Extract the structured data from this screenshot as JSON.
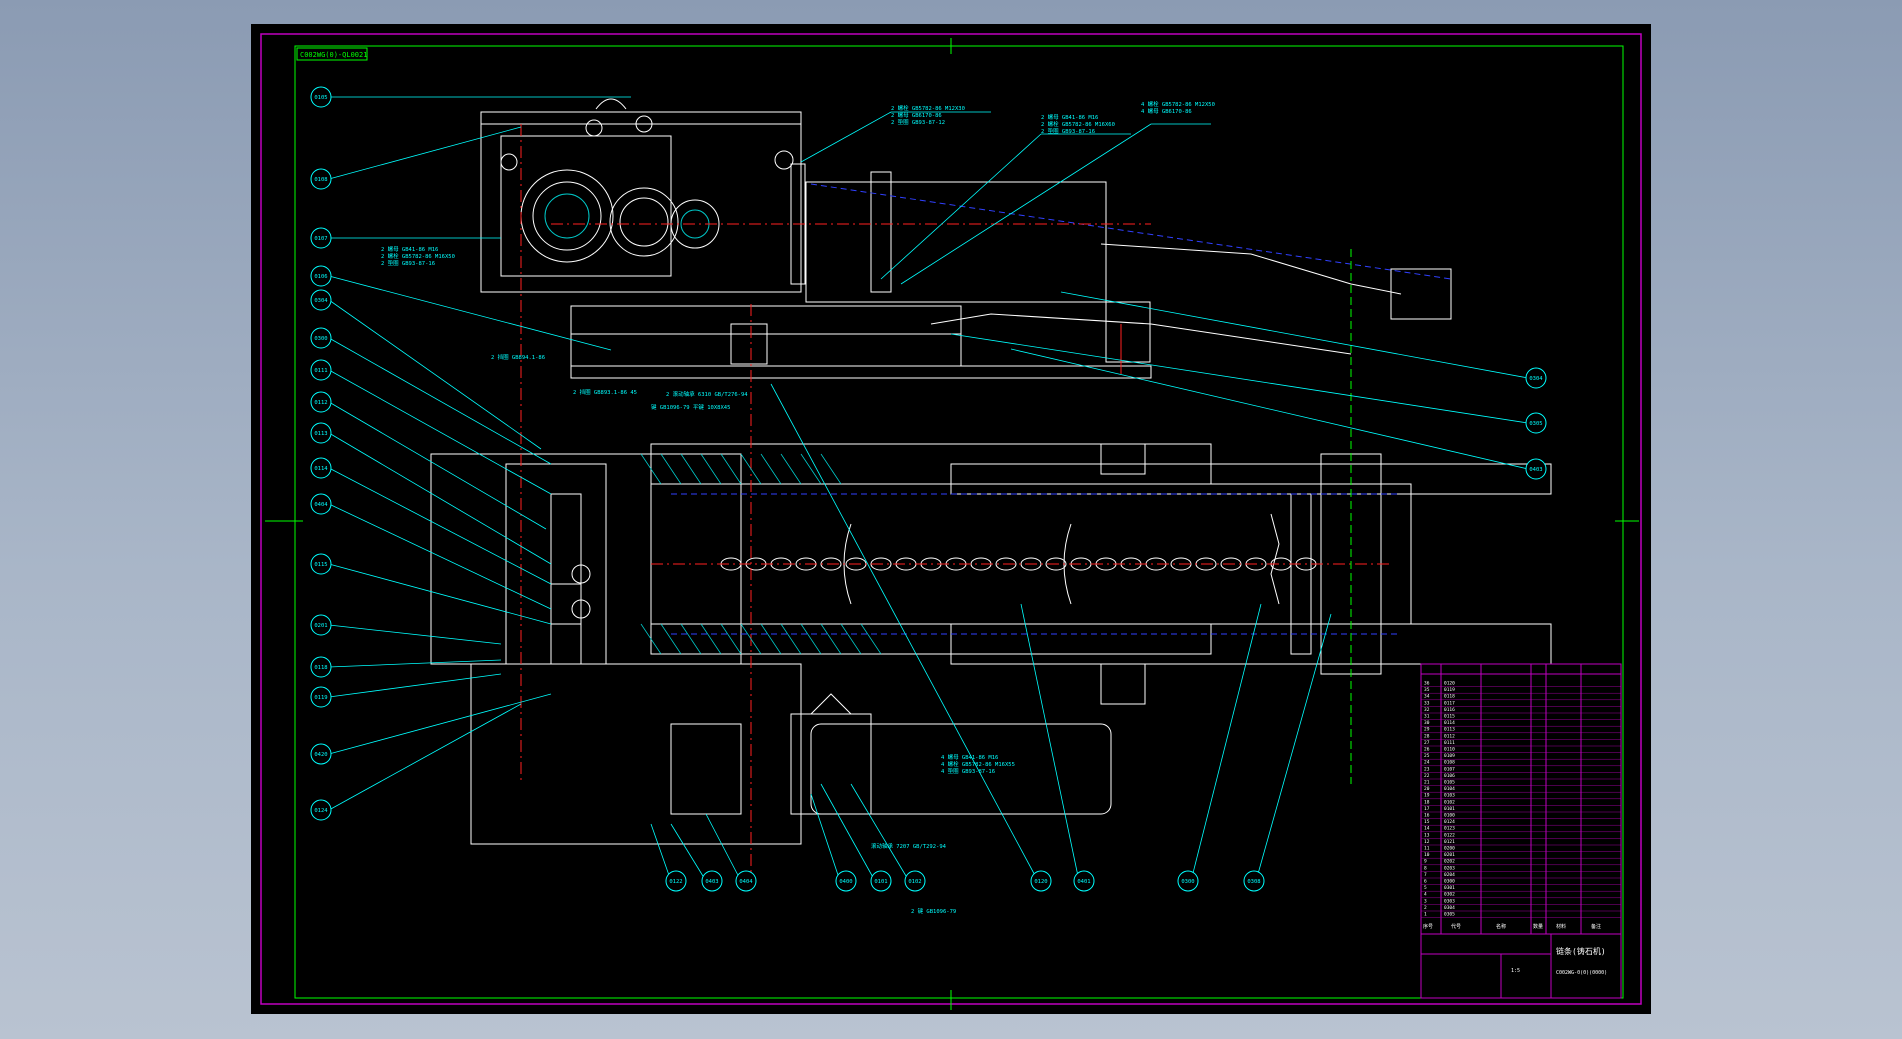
{
  "drawing": {
    "frame_label": "C002WG(0)-QL0021",
    "colors": {
      "background": "#000000",
      "geometry": "#ffffff",
      "leaders": "#00ffff",
      "centerlines": "#ff2020",
      "frame": "#c000c0",
      "hidden": "#3040ff",
      "hatch": "#00c8c8",
      "tick": "#00ff00"
    },
    "balloons": {
      "left": [
        "0105",
        "0108",
        "0107",
        "0106",
        "0304",
        "0300",
        "0111",
        "0112",
        "0113",
        "0114",
        "0404",
        "0115",
        "0201",
        "0118",
        "0119",
        "0420",
        "0124"
      ],
      "right": [
        "0304",
        "0305",
        "0403"
      ],
      "bottom": [
        "0122",
        "0403",
        "0404",
        "0400",
        "0101",
        "0102",
        "0120",
        "0401",
        "0300",
        "0308"
      ]
    },
    "notes": {
      "n1": "2 螺栓 GB5782-86 M12X30",
      "n2": "2 螺母 GB6170-86",
      "n3": "2 垫圈 GB93-87-12",
      "n4": "2 螺母 GB41-86 M16",
      "n5": "2 螺栓 GB5782-86 M16X60",
      "n6": "2 垫圈 GB93-87-16",
      "n7": "4 螺栓 GB5782-86 M12X50",
      "n8": "4 螺母 GB6170-86",
      "n9": "2 螺母 GB41-86 M16",
      "n10": "2 螺栓 GB5782-86 M16X50",
      "n11": "2 垫圈 GB93-87-16",
      "n12": "2 挡圈 GB894.1-86",
      "n13": "2 挡圈 GB893.1-86 45",
      "n14": "2 滚动轴承 6310 GB/T276-94",
      "n15": "键 GB1096-79 平键 10X8X45",
      "n16": "4 螺母 GB41-86 M16",
      "n17": "4 螺栓 GB5782-86 M16X55",
      "n18": "4 垫圈 GB93-87-16",
      "n19": "滚动轴承 7207 GB/T292-94",
      "n20": "2 键 GB1096-79"
    },
    "title_block": {
      "title": "链条(铸石机)",
      "drawing_no": "C002WG-0(0)(0000)",
      "scale": "1:5",
      "header": [
        "序号",
        "代号",
        "名称",
        "数量",
        "材料",
        "备注"
      ],
      "row_codes": [
        "0120",
        "0119",
        "0118",
        "0117",
        "0116",
        "0115",
        "0114",
        "0113",
        "0112",
        "0111",
        "0110",
        "0109",
        "0108",
        "0107",
        "0106",
        "0105",
        "0104",
        "0103",
        "0102",
        "0101",
        "0100",
        "0124",
        "0123",
        "0122",
        "0121",
        "0200",
        "0201",
        "0202",
        "0203",
        "0204",
        "0300",
        "0301",
        "0302",
        "0303",
        "0304",
        "0305"
      ]
    }
  }
}
